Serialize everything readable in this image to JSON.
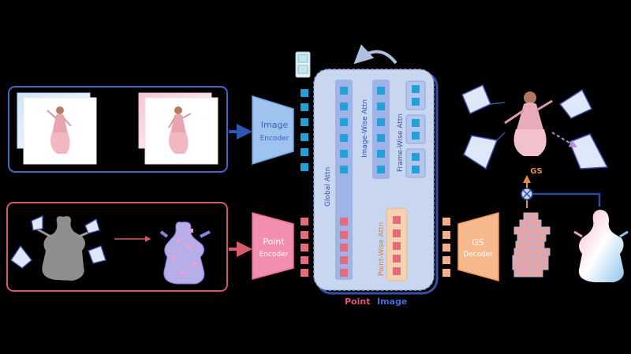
{
  "image_encoder": {
    "title": "Image",
    "subtitle": "Encoder"
  },
  "point_encoder": {
    "title": "Point",
    "subtitle": "Encoder"
  },
  "gs_decoder": {
    "title": "GS",
    "subtitle": "Decoder"
  },
  "attention": {
    "global": "Global Attn",
    "image_wise": "Image-Wise Attn",
    "frame_wise": "Frame-Wise Attn",
    "point_wise": "Point-Wise Attn"
  },
  "gs_label": "GS",
  "legend": {
    "point": "Point",
    "image": "Image"
  },
  "colors": {
    "image_blue": "#3b7fd4",
    "token_cyan": "#1fa7d6",
    "point_pink": "#e8608a",
    "token_pink": "#e57a87",
    "gs_orange": "#f3a56b",
    "attn_panel": "#c7d3ef",
    "outline_blue": "#4e79e6",
    "outline_red": "#d35a63"
  }
}
